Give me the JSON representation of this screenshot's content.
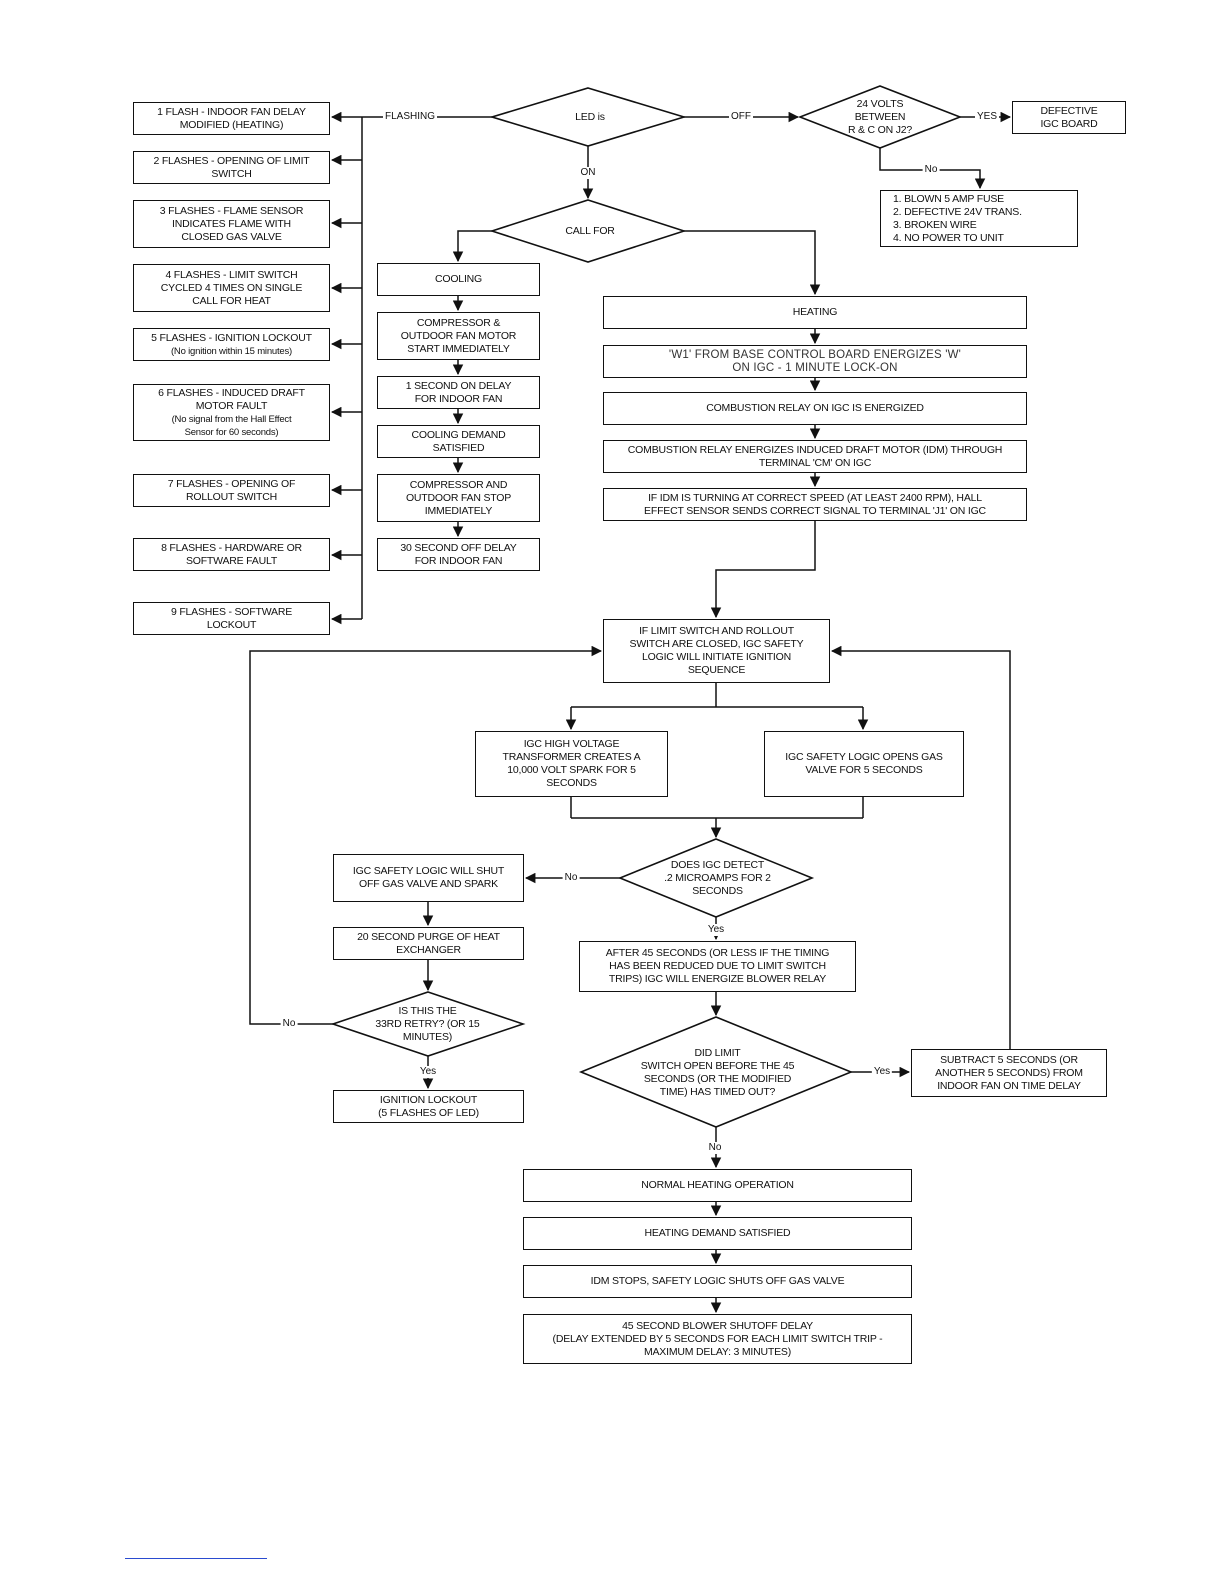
{
  "diagram": {
    "decisions": {
      "led": [
        "LED is"
      ],
      "volts": [
        "24 VOLTS",
        "BETWEEN",
        "R & C ON J2?"
      ],
      "call_for": [
        "CALL  FOR"
      ],
      "detect": [
        "DOES IGC DETECT",
        ".2 MICROAMPS FOR 2",
        "SECONDS"
      ],
      "retry": [
        "IS THIS THE",
        "33RD RETRY? (OR 15",
        "MINUTES)"
      ],
      "limit_open": [
        "DID LIMIT",
        "SWITCH OPEN BEFORE THE 45",
        "SECONDS (OR THE MODIFIED",
        "TIME) HAS TIMED OUT?"
      ]
    },
    "flash_codes": [
      [
        "1 FLASH - INDOOR FAN DELAY",
        "MODIFIED  (HEATING)"
      ],
      [
        "2 FLASHES - OPENING OF LIMIT",
        "SWITCH"
      ],
      [
        "3 FLASHES - FLAME SENSOR",
        "INDICATES  FLAME  WITH",
        "CLOSED GAS VALVE"
      ],
      [
        "4 FLASHES - LIMIT SWITCH",
        "CYCLED 4 TIMES ON SINGLE",
        "CALL  FOR  HEAT"
      ],
      [
        "5 FLASHES - IGNITION LOCKOUT",
        "(No ignition within 15 minutes)"
      ],
      [
        "6 FLASHES - INDUCED DRAFT",
        "MOTOR FAULT",
        "(No signal from the Hall Effect",
        "Sensor for 60 seconds)"
      ],
      [
        "7 FLASHES - OPENING OF",
        "ROLLOUT  SWITCH"
      ],
      [
        "8 FLASHES - HARDWARE OR",
        "SOFTWARE  FAULT"
      ],
      [
        "9 FLASHES -  SOFTWARE",
        "LOCKOUT"
      ]
    ],
    "defective_igc": [
      "DEFECTIVE",
      "IGC BOARD"
    ],
    "no_power_causes": [
      "1.  BLOWN 5 AMP FUSE",
      "2.  DEFECTIVE  24V  TRANS.",
      "3.   BROKEN WIRE",
      "4.  NO POWER TO UNIT"
    ],
    "cooling_steps": [
      [
        "COOLING"
      ],
      [
        "COMPRESSOR  &",
        "OUTDOOR FAN MOTOR",
        "START  IMMEDIATELY"
      ],
      [
        "1 SECOND ON DELAY",
        "FOR INDOOR FAN"
      ],
      [
        "COOLING  DEMAND",
        "SATISFIED"
      ],
      [
        "COMPRESSOR  AND",
        "OUTDOOR FAN STOP",
        "IMMEDIATELY"
      ],
      [
        "30 SECOND OFF DELAY",
        "FOR INDOOR FAN"
      ]
    ],
    "heating_steps": [
      [
        "HEATING"
      ],
      [
        "'W1' FROM BASE CONTROL BOARD ENERGIZES 'W'",
        "ON IGC - 1 MINUTE LOCK-ON"
      ],
      [
        "COMBUSTION  RELAY  ON  IGC  IS  ENERGIZED"
      ],
      [
        "COMBUSTION  RELAY  ENERGIZES  INDUCED  DRAFT  MOTOR  (IDM)  THROUGH",
        "TERMINAL  'CM'  ON  IGC"
      ],
      [
        "IF  IDM  IS  TURNING  AT  CORRECT  SPEED  (AT  LEAST  2400  RPM),  HALL",
        "EFFECT  SENSOR  SENDS  CORRECT  SIGNAL  TO  TERMINAL  'J1'  ON  IGC"
      ]
    ],
    "ignition_sequence": [
      "IF  LIMIT  SWITCH  AND  ROLLOUT",
      "SWITCH  ARE  CLOSED,  IGC  SAFETY",
      "LOGIC  WILL  INITIATE  IGNITION",
      "SEQUENCE"
    ],
    "spark": [
      "IGC  HIGH  VOLTAGE",
      "TRANSFORMER  CREATES  A",
      "10,000  VOLT  SPARK  FOR  5",
      "SECONDS"
    ],
    "gas_valve": [
      "IGC  SAFETY  LOGIC  OPENS  GAS",
      "VALVE  FOR  5  SECONDS"
    ],
    "shut_off": [
      "IGC  SAFETY  LOGIC  WILL  SHUT",
      "OFF  GAS  VALVE  AND  SPARK"
    ],
    "purge": [
      "20  SECOND  PURGE  OF  HEAT",
      "EXCHANGER"
    ],
    "lockout": [
      "IGNITION  LOCKOUT",
      "(5  FLASHES  OF  LED)"
    ],
    "blower": [
      "AFTER  45  SECONDS  (OR  LESS  IF  THE  TIMING",
      "HAS  BEEN  REDUCED  DUE  TO  LIMIT  SWITCH",
      "TRIPS)   IGC  WILL  ENERGIZE  BLOWER  RELAY"
    ],
    "subtract": [
      "SUBTRACT  5  SECONDS  (OR",
      "ANOTHER  5 SECONDS)  FROM",
      "INDOOR  FAN  ON  TIME  DELAY"
    ],
    "final_steps": [
      [
        "NORMAL  HEATING  OPERATION"
      ],
      [
        "HEATING  DEMAND  SATISFIED"
      ],
      [
        "IDM  STOPS,  SAFETY  LOGIC  SHUTS  OFF  GAS  VALVE"
      ],
      [
        "45  SECOND  BLOWER  SHUTOFF  DELAY",
        "(DELAY  EXTENDED  BY  5  SECONDS  FOR  EACH  LIMIT  SWITCH  TRIP  -",
        "MAXIMUM  DELAY:  3  MINUTES)"
      ]
    ],
    "edge_labels": {
      "flashing": "FLASHING",
      "off": "OFF",
      "on": "ON",
      "yes": "YES",
      "no": "No",
      "yes_lower": "Yes"
    }
  }
}
